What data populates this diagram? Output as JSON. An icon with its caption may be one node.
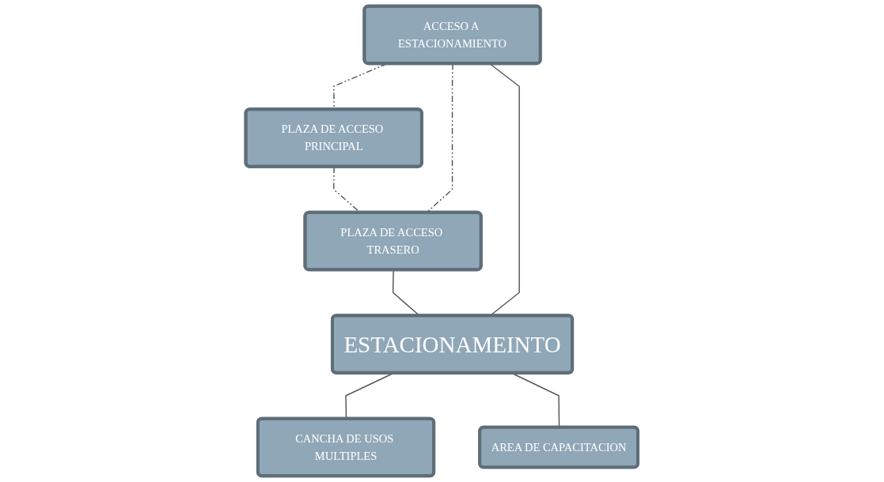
{
  "diagram": {
    "nodes": [
      {
        "text": [
          "PLAZA DE ACCESO PRINCIPAL"
        ]
      },
      {
        "text": [
          "ACCESO A ESTACIONAMIENTO"
        ]
      },
      {
        "text": [
          "PLAZA DE ACCESO TRASERO"
        ]
      },
      {
        "text": [
          "ESTACIONAMEINTO"
        ]
      },
      {
        "text": [
          "CANCHA DE USOS MULTIPLES"
        ]
      },
      {
        "text": [
          "AREA DE CAPACITACION"
        ]
      }
    ],
    "edges": [
      {
        "from": 1,
        "to": 0,
        "arrow": "none",
        "style": "dashed"
      },
      {
        "from": 0,
        "to": 2,
        "arrow": "none",
        "style": "dashed"
      },
      {
        "from": 1,
        "to": 2,
        "arrow": "none",
        "style": "dashed"
      },
      {
        "from": 2,
        "to": 3,
        "arrow": "none"
      },
      {
        "from": 1,
        "to": 3,
        "arrow": "none"
      },
      {
        "from": 3,
        "to": 4,
        "arrow": "none"
      },
      {
        "from": 3,
        "to": 5,
        "arrow": "none"
      }
    ]
  }
}
